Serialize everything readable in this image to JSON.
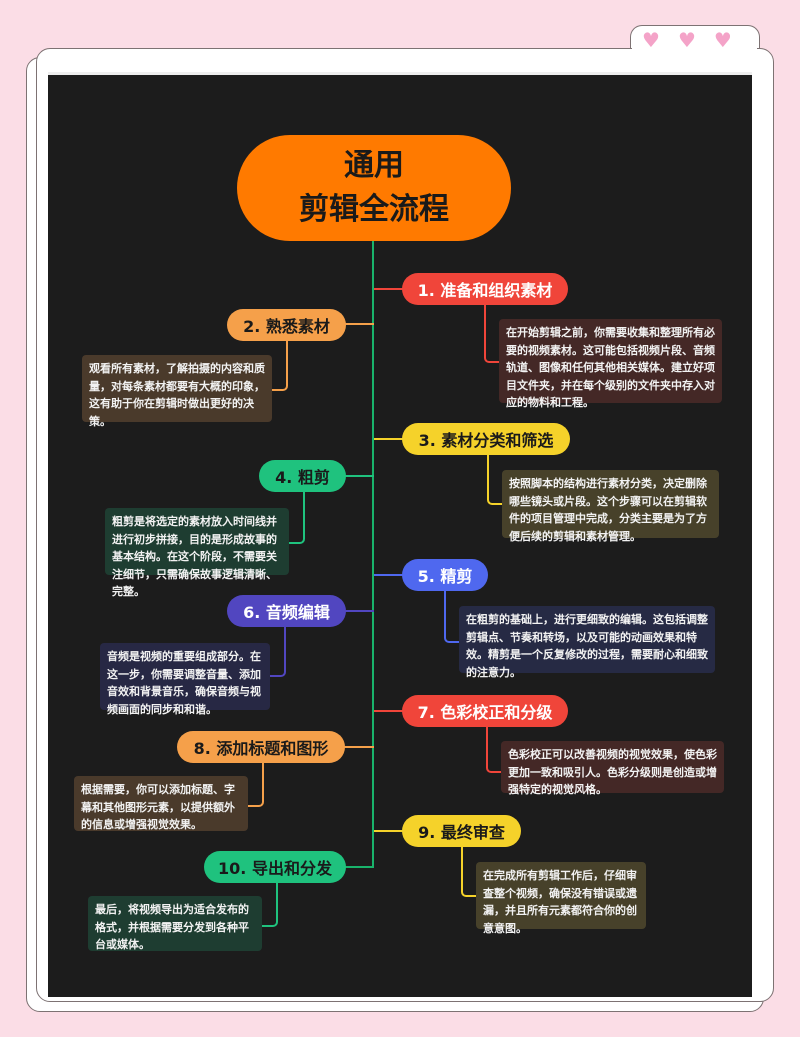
{
  "title": {
    "line1": "通用",
    "line2": "剪辑全流程"
  },
  "decor": {
    "hearts": [
      "♥",
      "♥",
      "♥"
    ]
  },
  "colors": {
    "background": "#fbdde6",
    "canvas": "#1c1c1c",
    "title": "#ff7a00",
    "trunk": "#19b36b"
  },
  "steps": [
    {
      "label": "1. 准备和组织素材",
      "color": "#f0453a",
      "text_color": "#ffffff",
      "desc_bg": "#442826",
      "desc": "在开始剪辑之前，你需要收集和整理所有必要的视频素材。这可能包括视频片段、音频轨道、图像和任何其他相关媒体。建立好项目文件夹，并在每个级别的文件夹中存入对应的物料和工程。"
    },
    {
      "label": "2. 熟悉素材",
      "color": "#f5a04a",
      "text_color": "#1a1a1a",
      "desc_bg": "#4a3a2b",
      "desc": "观看所有素材，了解拍摄的内容和质量，对每条素材都要有大概的印象，这有助于你在剪辑时做出更好的决策。"
    },
    {
      "label": "3. 素材分类和筛选",
      "color": "#f5d22a",
      "text_color": "#1a1a1a",
      "desc_bg": "#47412a",
      "desc": "按照脚本的结构进行素材分类，决定删除哪些镜头或片段。这个步骤可以在剪辑软件的项目管理中完成，分类主要是为了方便后续的剪辑和素材管理。"
    },
    {
      "label": "4. 粗剪",
      "color": "#1fc27e",
      "text_color": "#1a1a1a",
      "desc_bg": "#1e3d31",
      "desc": "粗剪是将选定的素材放入时间线并进行初步拼接，目的是形成故事的基本结构。在这个阶段，不需要关注细节，只需确保故事逻辑清晰、完整。"
    },
    {
      "label": "5. 精剪",
      "color": "#4f68ef",
      "text_color": "#ffffff",
      "desc_bg": "#262a44",
      "desc": "在粗剪的基础上，进行更细致的编辑。这包括调整剪辑点、节奏和转场，以及可能的动画效果和特效。精剪是一个反复修改的过程，需要耐心和细致的注意力。"
    },
    {
      "label": "6. 音频编辑",
      "color": "#5146c0",
      "text_color": "#ffffff",
      "desc_bg": "#272844",
      "desc": "音频是视频的重要组成部分。在这一步，你需要调整音量、添加音效和背景音乐，确保音频与视频画面的同步和和谐。"
    },
    {
      "label": "7. 色彩校正和分级",
      "color": "#f0453a",
      "text_color": "#ffffff",
      "desc_bg": "#442826",
      "desc": "色彩校正可以改善视频的视觉效果，使色彩更加一致和吸引人。色彩分级则是创造或增强特定的视觉风格。"
    },
    {
      "label": "8. 添加标题和图形",
      "color": "#f5a04a",
      "text_color": "#1a1a1a",
      "desc_bg": "#4a3a2b",
      "desc": "根据需要，你可以添加标题、字幕和其他图形元素，以提供额外的信息或增强视觉效果。"
    },
    {
      "label": "9. 最终审查",
      "color": "#f5d22a",
      "text_color": "#1a1a1a",
      "desc_bg": "#47412a",
      "desc": "在完成所有剪辑工作后，仔细审查整个视频，确保没有错误或遗漏，并且所有元素都符合你的创意意图。"
    },
    {
      "label": "10. 导出和分发",
      "color": "#1fc27e",
      "text_color": "#1a1a1a",
      "desc_bg": "#1e3d31",
      "desc": "最后，将视频导出为适合发布的格式，并根据需要分发到各种平台或媒体。"
    }
  ]
}
